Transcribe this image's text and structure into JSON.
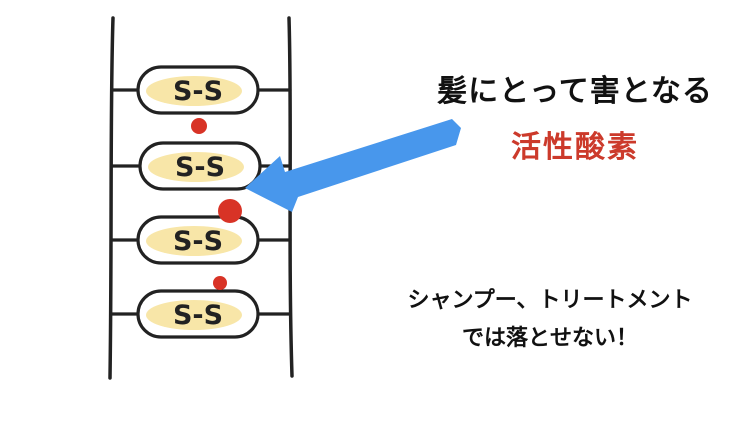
{
  "labels": {
    "headline": "髪にとって害となる",
    "highlight": "活性酸素",
    "note_line_1": "シャンプー、トリートメント",
    "note_line_2": "では落とせない！"
  },
  "bonds": [
    "S-S",
    "S-S",
    "S-S",
    "S-S"
  ],
  "colors": {
    "ink": "#222222",
    "bond_fill": "#f8e6a8",
    "radical": "#d83326",
    "arrow": "#4897ec",
    "highlight_text": "#cc3a2b"
  }
}
